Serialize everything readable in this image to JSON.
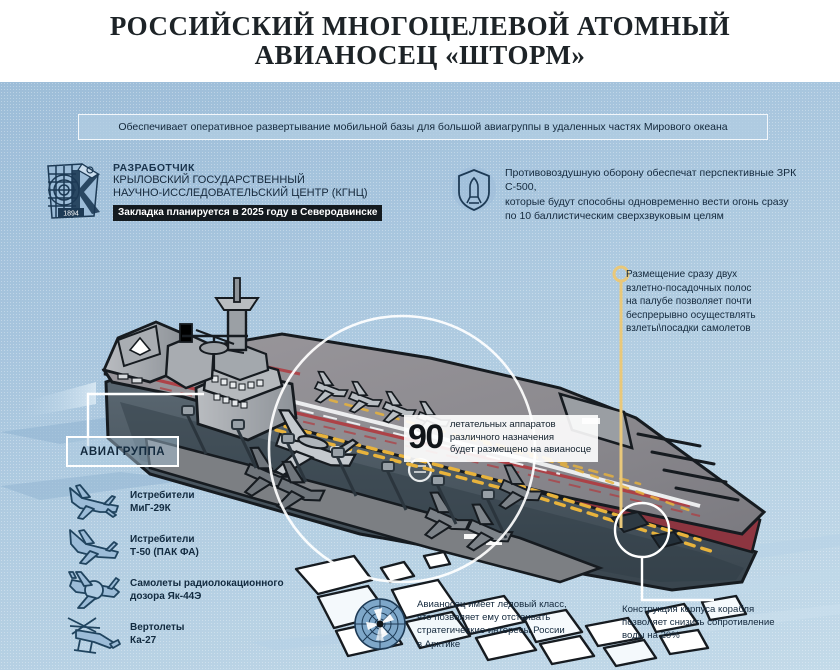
{
  "header": {
    "title_line1": "РОССИЙСКИЙ МНОГОЦЕЛЕВОЙ АТОМНЫЙ",
    "title_line2": "АВИАНОСЕЦ «ШТОРМ»"
  },
  "banner": {
    "text": "Обеспечивает оперативное развертывание мобильной базы для большой авиагруппы в удаленных частях Мирового океана"
  },
  "developer": {
    "kicker": "РАЗРАБОТЧИК",
    "name_line1": "КРЫЛОВСКИЙ ГОСУДАРСТВЕННЫЙ",
    "name_line2": "НАУЧНО-ИССЛЕДОВАТЕЛЬСКИЙ ЦЕНТР (КГНЦ)",
    "logo_year": "1894",
    "note": "Закладка планируется в 2025 году в Северодвинске"
  },
  "air_defense": {
    "line1": "Противовоздушную оборону обеспечат перспективные ЗРК С-500,",
    "line2": "которые будут способны одновременно вести огонь сразу",
    "line3": "по 10 баллистическим сверхзвуковым целям"
  },
  "runway_callout": {
    "line1": "Размещение сразу двух",
    "line2": "взлетно-посадочных полос",
    "line3": "на палубе позволяет почти",
    "line4": "беспрерывно осуществлять",
    "line5": "взлеты\\посадки самолетов"
  },
  "aircraft_count": {
    "number": "90",
    "line1": "летательных аппаратов",
    "line2": "различного назначения",
    "line3": "будет размещено на авианосце"
  },
  "air_group": {
    "title": "АВИАГРУППА",
    "items": [
      {
        "icon": "fighter-jet-icon",
        "line1": "Истребители",
        "line2": "МиГ-29К"
      },
      {
        "icon": "stealth-fighter-icon",
        "line1": "Истребители",
        "line2": "Т-50 (ПАК ФА)"
      },
      {
        "icon": "awacs-plane-icon",
        "line1": "Самолеты радиолокационного",
        "line2": "дозора Як-44Э"
      },
      {
        "icon": "helicopter-icon",
        "line1": "Вертолеты",
        "line2": "Ка-27"
      }
    ]
  },
  "arctic": {
    "line1": "Авианосец имеет ледовый класс,",
    "line2": "что позволяет ему отстаивать",
    "line3": "стратегические интересы России",
    "line4": "в Арктике"
  },
  "hull": {
    "line1": "Конструкция корпуса корабля",
    "line2": "позволяет снизить сопротивление",
    "line3": "воды на 20%"
  },
  "colors": {
    "sea_light": "#c3dae9",
    "sea_dark": "#9dbdd8",
    "deck_gray": "#8c8a8f",
    "deck_edge_red": "#8d3540",
    "marking_yellow": "#e8b33c",
    "hull_dark": "#3f4d57",
    "ink": "#141a1f",
    "text_navy": "#14293d"
  }
}
